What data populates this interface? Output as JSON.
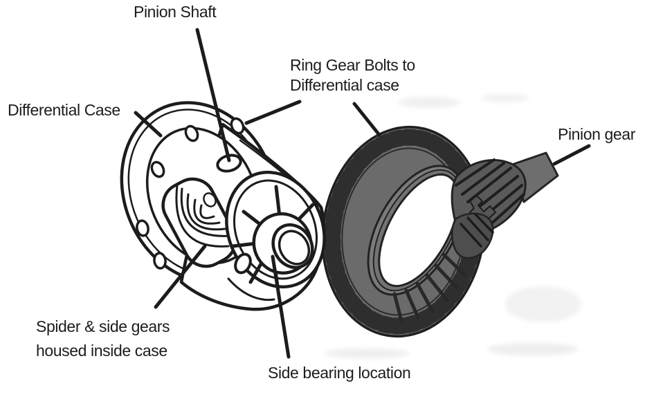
{
  "diagram": {
    "background": "#ffffff",
    "ink_color": "#1c1c1c",
    "gear_fill_color": "#6b6b6b",
    "gear_shadow_color": "#2e2e2e",
    "labels": {
      "pinion_shaft": "Pinion Shaft",
      "ring_gear_bolts": "Ring Gear Bolts to\nDifferential case",
      "differential_case": "Differential Case",
      "pinion_gear": "Pinion gear",
      "spider_side_gears": "Spider & side gears\nhoused inside case",
      "side_bearing_location": "Side bearing location"
    },
    "parts": [
      "differential-case-drawing",
      "ring-gear-drawing",
      "pinion-gear-drawing"
    ]
  }
}
